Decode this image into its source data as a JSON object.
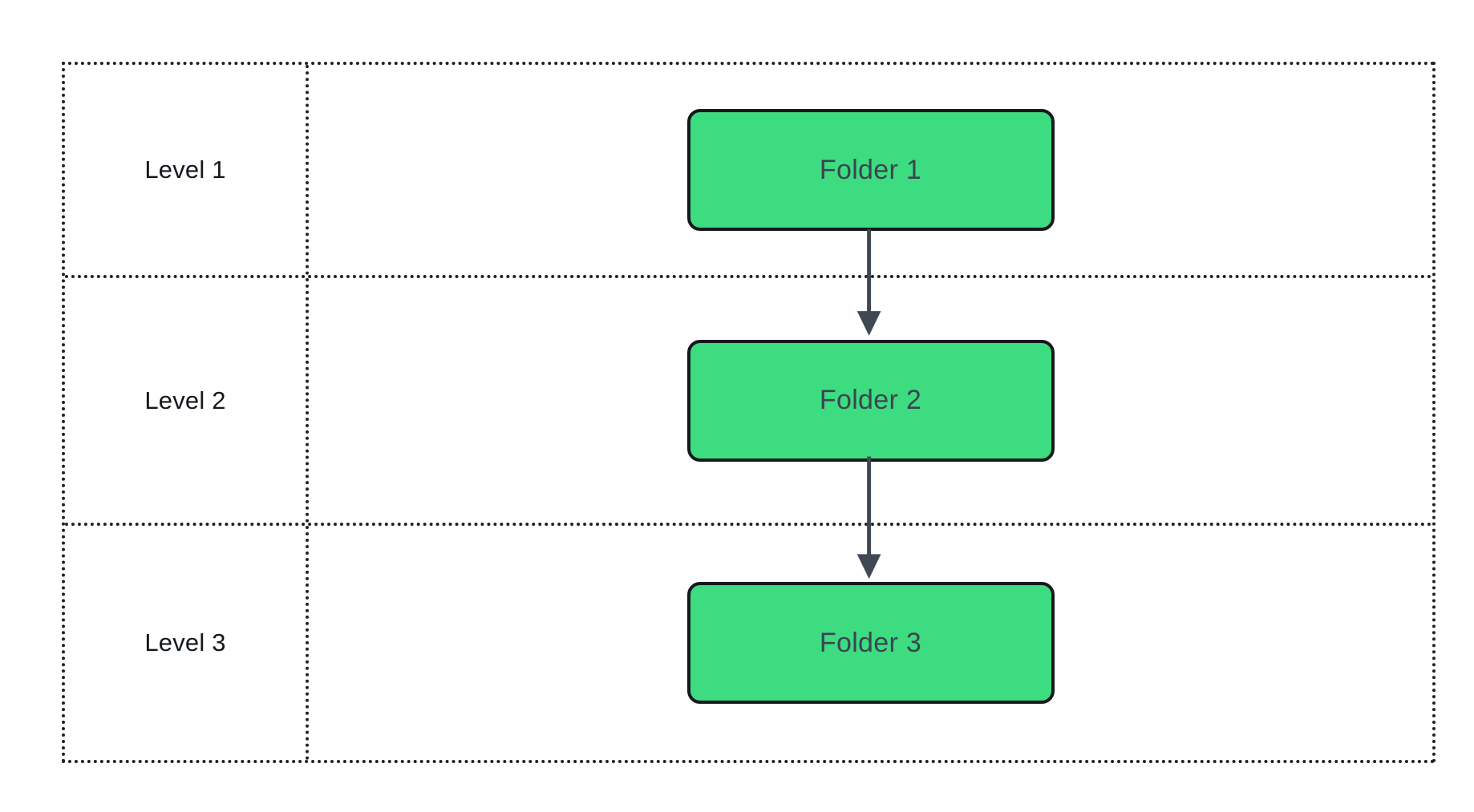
{
  "diagram": {
    "rows": [
      {
        "label": "Level 1",
        "node": "Folder 1"
      },
      {
        "label": "Level 2",
        "node": "Folder 2"
      },
      {
        "label": "Level 3",
        "node": "Folder 3"
      }
    ],
    "connections": [
      {
        "from": "Folder 1",
        "to": "Folder 2",
        "direction": "down"
      },
      {
        "from": "Folder 2",
        "to": "Folder 3",
        "direction": "down"
      }
    ]
  },
  "colors": {
    "node_fill": "#3ddc81",
    "node_border": "#15191e",
    "node_text": "#3a4550",
    "label_text": "#13181d",
    "arrow": "#3f4853",
    "grid": "#1f2329",
    "background": "#ffffff"
  }
}
